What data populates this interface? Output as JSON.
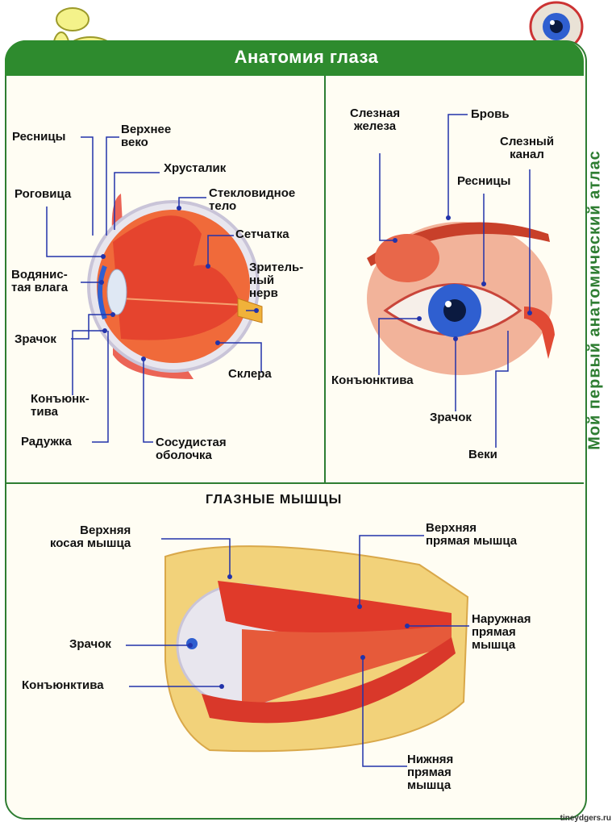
{
  "title": "Анатомия глаза",
  "side_title": "Мой первый анатомический атлас",
  "watermark": "tineydgers.ru",
  "eye_section": {
    "labels": {
      "eyelashes": "Ресницы",
      "upper_eyelid": "Верхнее\nвеко",
      "lens": "Хрусталик",
      "cornea": "Роговица",
      "vitreous": "Стекловидное\nтело",
      "retina": "Сетчатка",
      "aqueous": "Водянис-\nтая влага",
      "optic_nerve": "Зритель-\nный\nнерв",
      "pupil": "Зрачок",
      "sclera": "Склера",
      "conjunctiva": "Конъюнк-\nтива",
      "iris": "Радужка",
      "choroid": "Сосудистая\nоболочка"
    }
  },
  "external_section": {
    "labels": {
      "lacrimal_gland": "Слезная\nжелеза",
      "eyebrow": "Бровь",
      "lacrimal_canal": "Слезный\nканал",
      "eyelashes": "Ресницы",
      "conjunctiva": "Конъюнктива",
      "pupil": "Зрачок",
      "eyelids": "Веки"
    }
  },
  "muscles_section": {
    "title": "ГЛАЗНЫЕ МЫШЦЫ",
    "labels": {
      "superior_oblique": "Верхняя\nкосая мышца",
      "superior_rectus": "Верхняя\nпрямая мышца",
      "lateral_rectus": "Наружная\nпрямая\nмышца",
      "pupil": "Зрачок",
      "conjunctiva": "Конъюнктива",
      "inferior_rectus": "Нижняя\nпрямая\nмышца"
    }
  },
  "colors": {
    "frame_green": "#2e7d32",
    "muscle_red": "#e03a2a",
    "iris_blue": "#2f5fd0",
    "bone": "#f2d27a",
    "line_blue": "#2233aa"
  }
}
